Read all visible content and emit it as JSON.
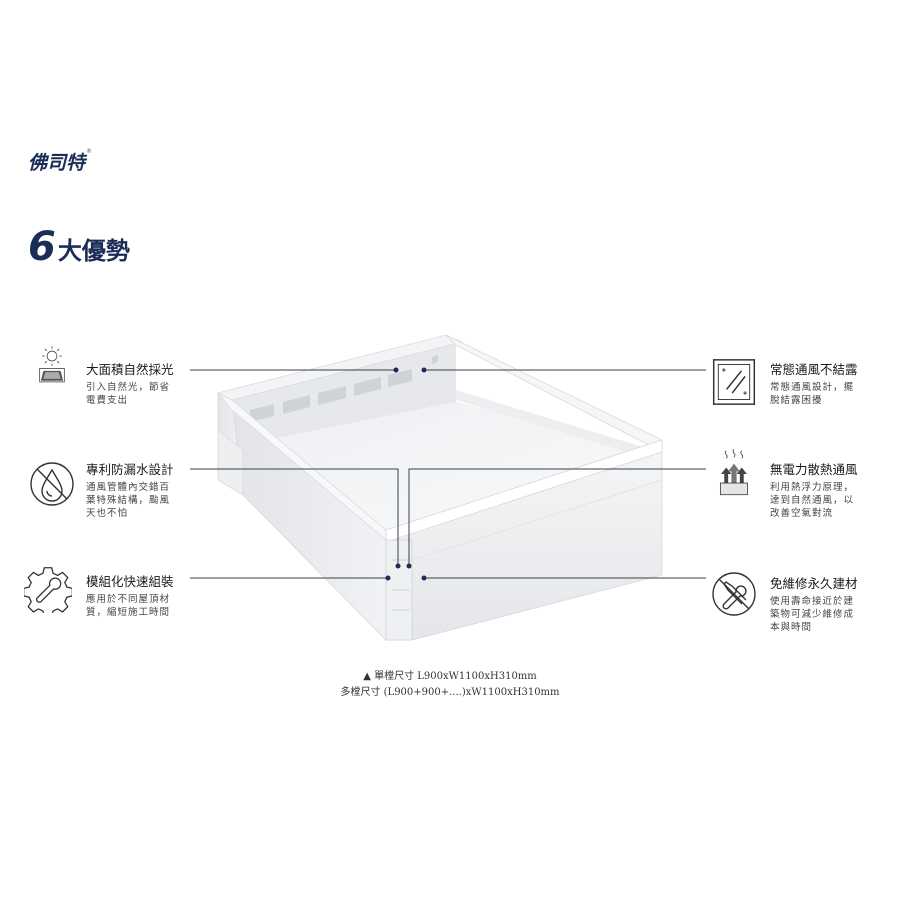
{
  "brand": {
    "logo_text": "佛司特",
    "logo_mark": "®"
  },
  "headline": {
    "number": "6",
    "text": "大優勢"
  },
  "features_left": [
    {
      "title": "大面積自然採光",
      "desc_lines": [
        "引入自然光，節省",
        "電費支出"
      ],
      "icon": "sun-panel-icon"
    },
    {
      "title": "專利防漏水設計",
      "desc_lines": [
        "通風管體內交錯百",
        "葉特殊結構，颱風",
        "天也不怕"
      ],
      "icon": "no-water-drop-icon"
    },
    {
      "title": "模組化快速組裝",
      "desc_lines": [
        "應用於不同屋頂材",
        "質，縮短施工時間"
      ],
      "icon": "gear-wrench-icon"
    }
  ],
  "features_right": [
    {
      "title": "常態通風不結露",
      "desc_lines": [
        "常態通風設計，擺",
        "脫結露困擾"
      ],
      "icon": "window-glass-icon"
    },
    {
      "title": "無電力散熱通風",
      "desc_lines": [
        "利用熱浮力原理，",
        "達到自然通風，以",
        "改善空氣對流"
      ],
      "icon": "heat-rising-icon"
    },
    {
      "title": "免維修永久建材",
      "desc_lines": [
        "使用壽命接近於建",
        "築物可減少維修成",
        "本與時間"
      ],
      "icon": "no-tools-icon"
    }
  ],
  "caption": {
    "line1": "▲ 單樘尺寸 L900xW1100xH310mm",
    "line2": "多樘尺寸 (L900+900+....)xW1100xH310mm"
  },
  "colors": {
    "brand_navy": "#1b2d57",
    "leader_line": "#3a3f4a",
    "dot": "#1b2d57"
  }
}
